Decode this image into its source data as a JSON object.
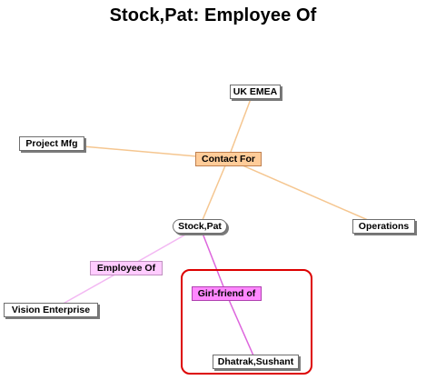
{
  "page": {
    "title": "Stock,Pat: Employee Of"
  },
  "colors": {
    "contact_link": "#f5c690",
    "employee_link": "#f3b8f3",
    "girlfriend_link": "#dd66dd",
    "highlight": "#dd0000"
  },
  "graph": {
    "focus_node": "Stock,Pat",
    "relationships": {
      "contact_for": "Contact For",
      "employee_of": "Employee Of",
      "girlfriend_of": "Girl-friend of"
    },
    "entities": {
      "uk_emea": "UK EMEA",
      "project_mfg": "Project Mfg",
      "operations": "Operations",
      "vision_enterprise": "Vision Enterprise",
      "dhatrak_sushant": "Dhatrak,Sushant"
    }
  }
}
